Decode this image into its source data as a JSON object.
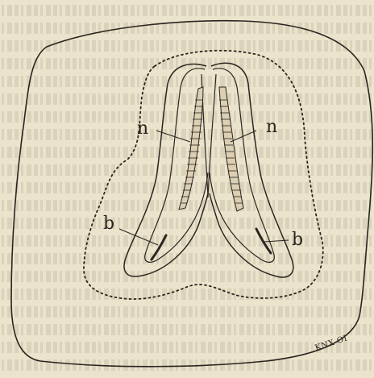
{
  "figure": {
    "labels": {
      "n_left": "n",
      "n_right": "n",
      "b_left": "b",
      "b_right": "b"
    },
    "signature": "KNX OI"
  },
  "colors": {
    "paper": "#ece3cc",
    "ink": "#2a2520"
  }
}
